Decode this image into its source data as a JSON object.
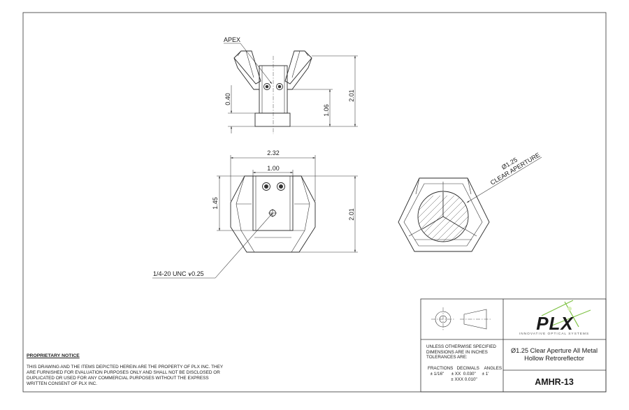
{
  "callouts": {
    "apex": "APEX",
    "thread": "1/4-20 UNC ⩛0.25",
    "clear_aperture_dia": "Ø1.25",
    "clear_aperture_label": "CLEAR APERTURE"
  },
  "dimensions": {
    "side_base": "0.40",
    "side_height_inner": "1.06",
    "side_height_total": "2.01",
    "front_width": "2.32",
    "front_mount_width": "1.00",
    "front_mount_height": "1.45",
    "front_height": "2.01"
  },
  "notice": {
    "title": "PROPRIETARY NOTICE",
    "body": "THIS DRAWING AND THE ITEMS DEPICTED HEREIN ARE THE PROPERTY OF PLX INC. THEY ARE FURNISHED FOR EVALUATION PURPOSES ONLY AND SHALL NOT BE DISCLOSED OR DUPLICATED OR USED FOR ANY COMMERCIAL PURPOSES WITHOUT THE EXPRESS WRITTEN CONSENT OF PLX INC."
  },
  "title_block": {
    "logo_text": "PLX",
    "tagline": "INNOVATIVE OPTICAL SYSTEMS",
    "tolerance_heading": "UNLESS OTHERWISE SPECIFIED DIMENSIONS ARE IN INCHES TOLERANCES ARE:",
    "tolerance_labels": "FRACTIONS   DECIMALS    ANGLES",
    "tolerance_values": "  ± 1/16\"      ± XX  0.030\"     ± 1'\n                   ± XXX 0.010\"",
    "part_title": "Ø1.25 Clear Aperture All Metal Hollow Retroreflector",
    "part_number": "AMHR-13"
  },
  "colors": {
    "logo_accent": "#7dc142",
    "ink": "#1a1a1a"
  }
}
